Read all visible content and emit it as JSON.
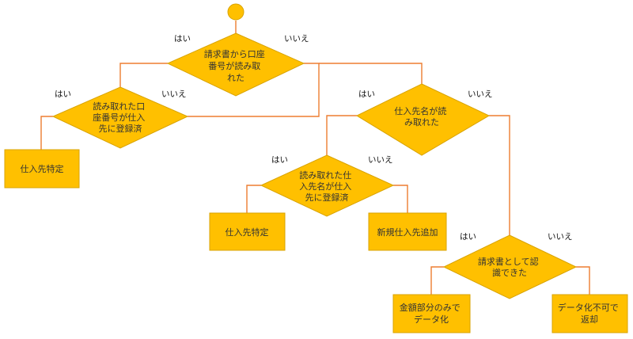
{
  "colors": {
    "fill": "#FFC000",
    "stroke": "#D9A300",
    "edge": "#ED7D31",
    "text": "#333333"
  },
  "nodes": {
    "d1": [
      "請求書から口座",
      "番号が読み取",
      "れた"
    ],
    "d2": [
      "読み取れた口",
      "座番号が仕入",
      "先に登録済"
    ],
    "d3": [
      "仕入先名が読",
      "み取れた"
    ],
    "d4": [
      "読み取れた仕",
      "入先名が仕入",
      "先に登録済"
    ],
    "d5": [
      "請求書として認",
      "識できた"
    ],
    "b1": [
      "仕入先特定"
    ],
    "b2": [
      "仕入先特定"
    ],
    "b3": [
      "新規仕入先追加"
    ],
    "b4": [
      "金額部分のみで",
      "データ化"
    ],
    "b5": [
      "データ化不可で",
      "返却"
    ]
  },
  "labels": {
    "d1_yes": "はい",
    "d1_no": "いいえ",
    "d2_yes": "はい",
    "d2_no": "いいえ",
    "d3_yes": "はい",
    "d3_no": "いいえ",
    "d4_yes": "はい",
    "d4_no": "いいえ",
    "d5_yes": "はい",
    "d5_no": "いいえ"
  }
}
